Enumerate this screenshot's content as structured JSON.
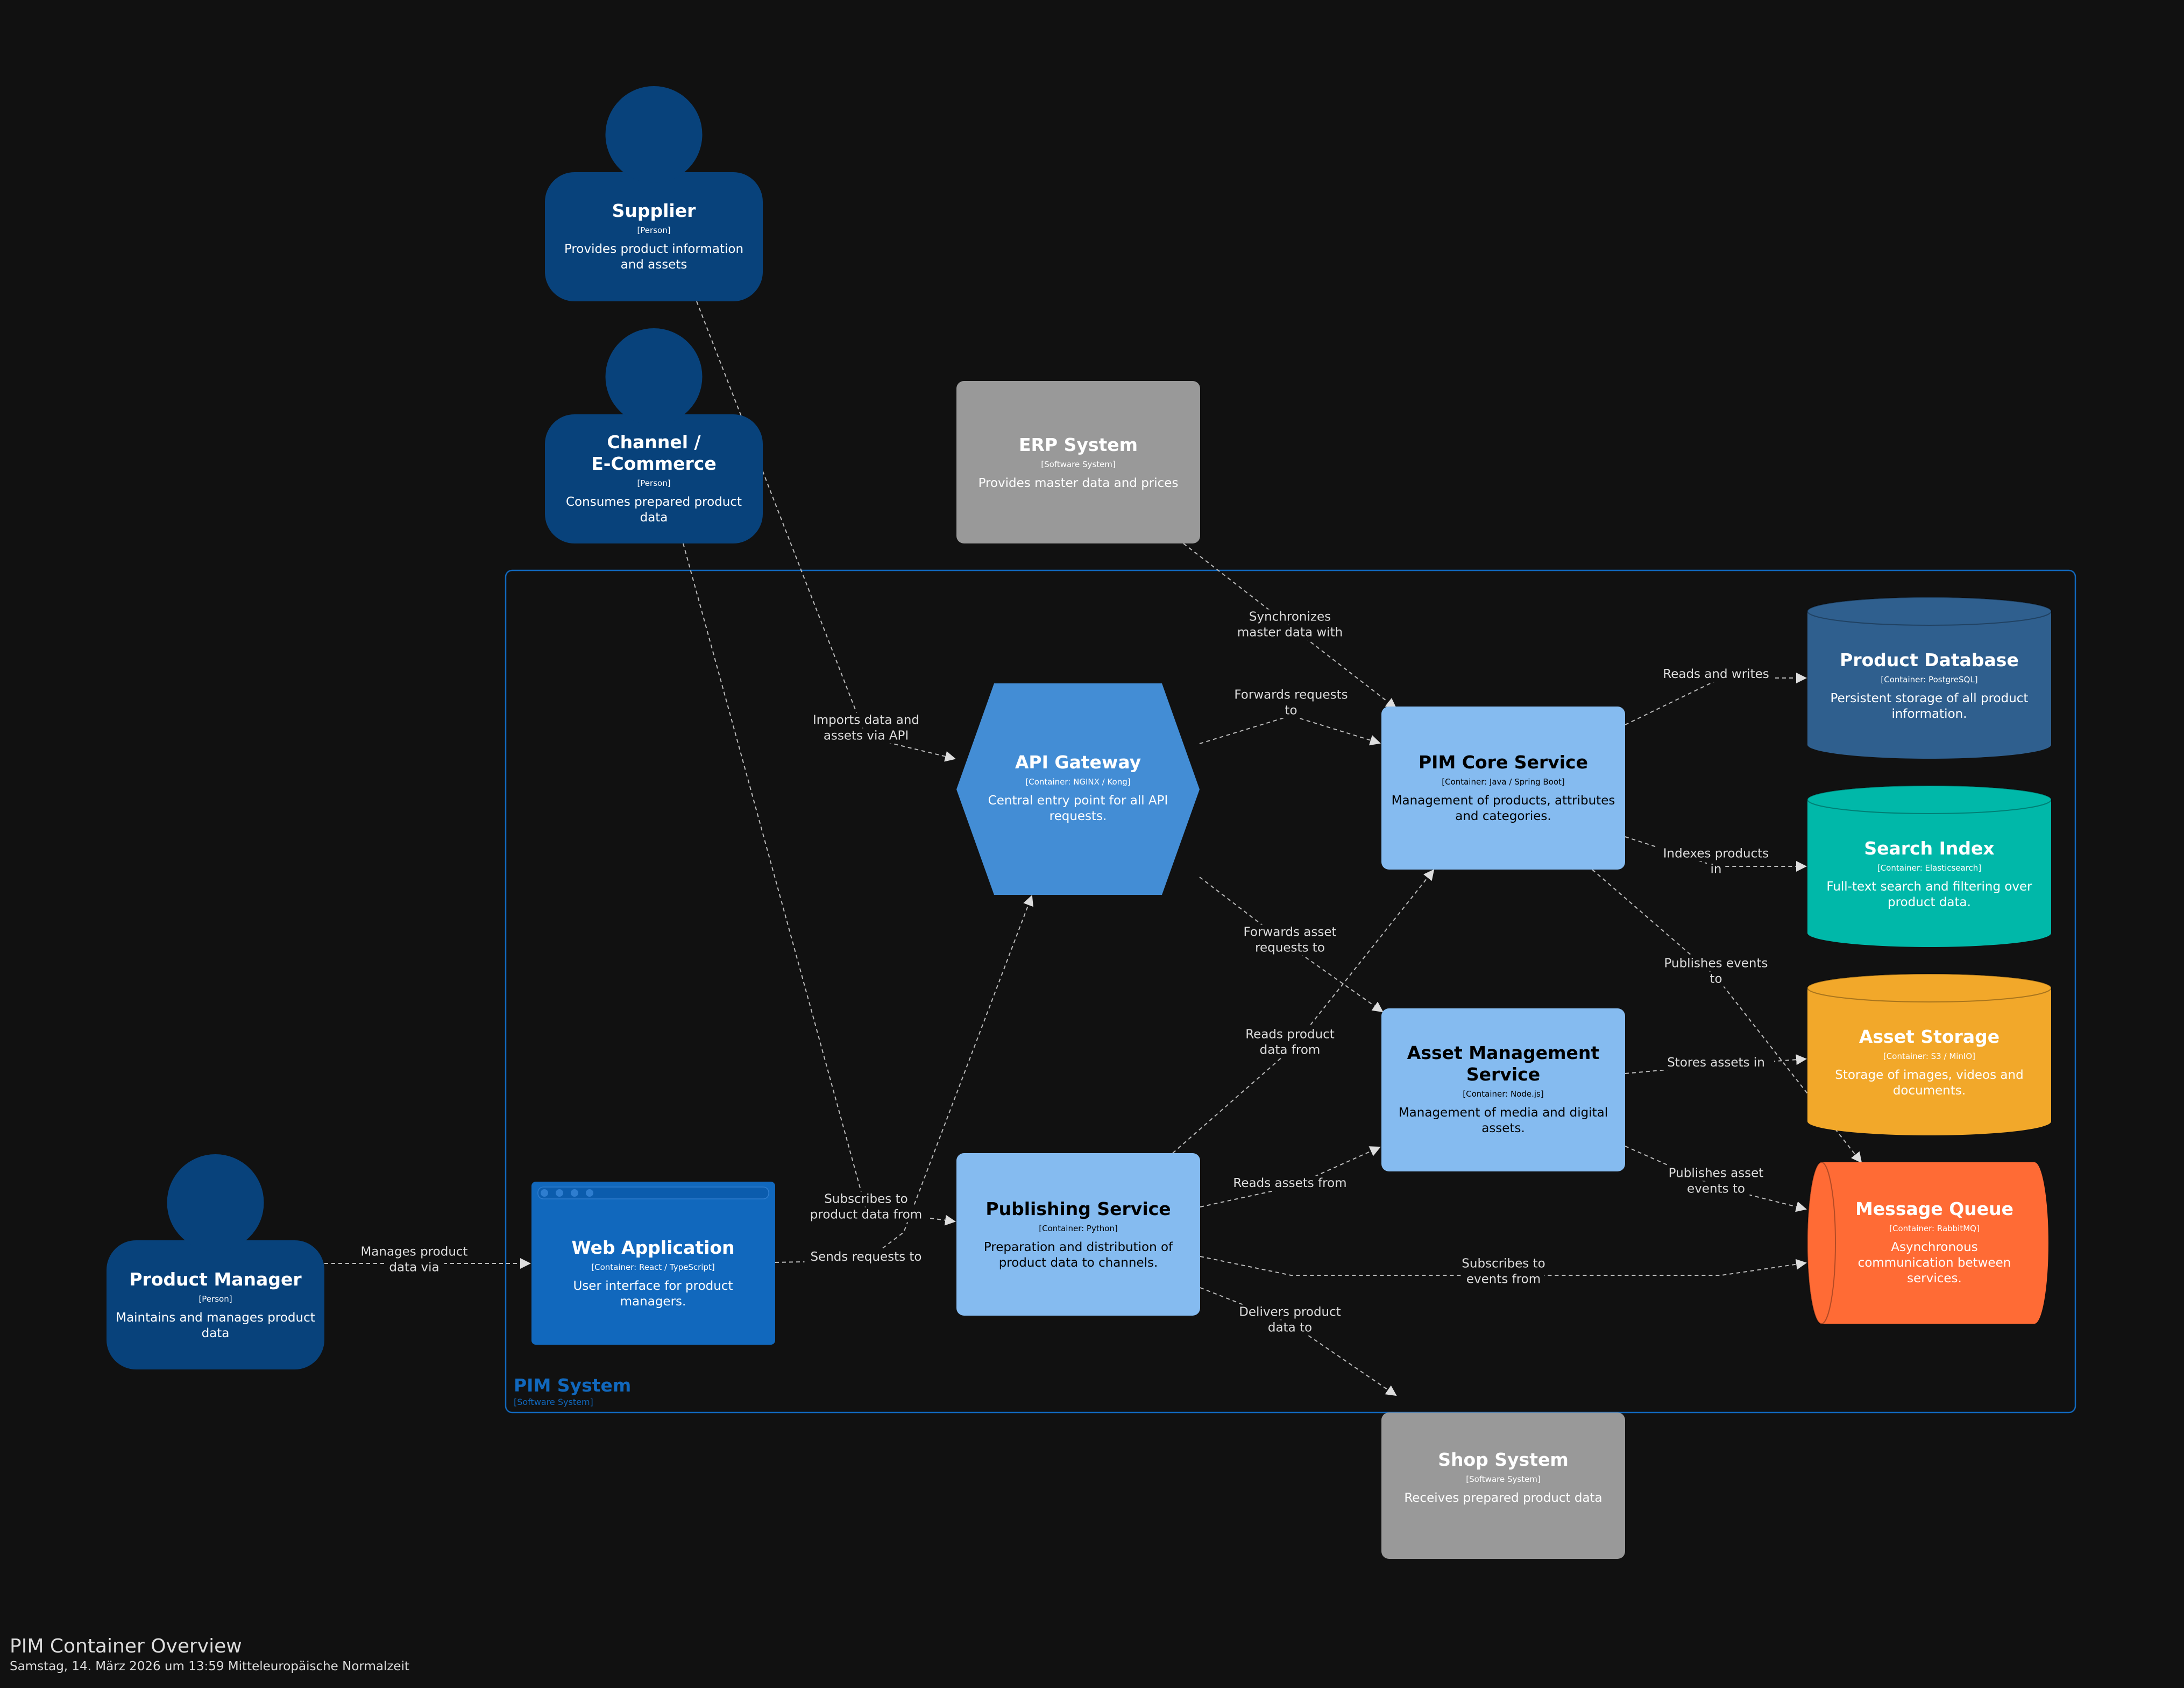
{
  "diagram": {
    "colors": {
      "background": "#111111",
      "person": "#08427b",
      "software_system_external": "#999999",
      "container": "#85bbf0",
      "web_app": "#1168bd",
      "api_gateway": "#438dd5",
      "database": "#2f5f8e",
      "search_index": "#00b8a9",
      "asset_storage": "#f2a82a",
      "message_queue": "#ff6b35",
      "boundary": "#1168bd",
      "relationship": "#bbbbbb"
    },
    "boundary": {
      "name": "PIM System",
      "type": "[Software System]"
    },
    "elements": {
      "supplier": {
        "name": "Supplier",
        "type": "[Person]",
        "desc": [
          "Provides product information",
          "and assets"
        ]
      },
      "channel": {
        "name": [
          "Channel /",
          "E-Commerce"
        ],
        "type": "[Person]",
        "desc": [
          "Consumes prepared product",
          "data"
        ]
      },
      "product_manager": {
        "name": "Product Manager",
        "type": "[Person]",
        "desc": [
          "Maintains and manages product",
          "data"
        ]
      },
      "erp": {
        "name": "ERP System",
        "type": "[Software System]",
        "desc": [
          "Provides master data and prices"
        ]
      },
      "shop": {
        "name": "Shop System",
        "type": "[Software System]",
        "desc": [
          "Receives prepared product data"
        ]
      },
      "api_gateway": {
        "name": "API Gateway",
        "type": "[Container: NGINX / Kong]",
        "desc": [
          "Central entry point for all API",
          "requests."
        ]
      },
      "pim_core": {
        "name": "PIM Core Service",
        "type": "[Container: Java / Spring Boot]",
        "desc": [
          "Management of products, attributes",
          "and categories."
        ]
      },
      "asset_mgmt": {
        "name": [
          "Asset Management",
          "Service"
        ],
        "type": "[Container: Node.js]",
        "desc": [
          "Management of media and digital",
          "assets."
        ]
      },
      "publishing": {
        "name": "Publishing Service",
        "type": "[Container: Python]",
        "desc": [
          "Preparation and distribution of",
          "product data to channels."
        ]
      },
      "web_app": {
        "name": "Web Application",
        "type": "[Container: React / TypeScript]",
        "desc": [
          "User interface for product",
          "managers."
        ]
      },
      "product_db": {
        "name": "Product Database",
        "type": "[Container: PostgreSQL]",
        "desc": [
          "Persistent storage of all product",
          "information."
        ]
      },
      "search_index": {
        "name": "Search Index",
        "type": "[Container: Elasticsearch]",
        "desc": [
          "Full-text search and filtering over",
          "product data."
        ]
      },
      "asset_storage": {
        "name": "Asset Storage",
        "type": "[Container: S3 / MinIO]",
        "desc": [
          "Storage of images, videos and",
          "documents."
        ]
      },
      "message_queue": {
        "name": "Message Queue",
        "type": "[Container: RabbitMQ]",
        "desc": [
          "Asynchronous",
          "communication between",
          "services."
        ]
      }
    },
    "relationships": {
      "supplier_api": [
        "Imports data and",
        "assets via API"
      ],
      "erp_core": [
        "Synchronizes",
        "master data with"
      ],
      "api_core": [
        "Forwards requests",
        "to"
      ],
      "api_asset": [
        "Forwards asset",
        "requests to"
      ],
      "core_db": [
        "Reads and writes"
      ],
      "core_search": [
        "Indexes products",
        "in"
      ],
      "core_mq": [
        "Publishes events",
        "to"
      ],
      "pub_core": [
        "Reads product",
        "data from"
      ],
      "asset_storage": [
        "Stores assets in"
      ],
      "asset_mq": [
        "Publishes asset",
        "events to"
      ],
      "pub_asset": [
        "Reads assets from"
      ],
      "pm_web": [
        "Manages product",
        "data via"
      ],
      "channel_pub": [
        "Subscribes to",
        "product data from"
      ],
      "web_api": [
        "Sends requests to"
      ],
      "pub_mq": [
        "Subscribes to",
        "events from"
      ],
      "pub_shop": [
        "Delivers product",
        "data to"
      ]
    }
  },
  "footer": {
    "title": "PIM Container Overview",
    "subtitle": "Samstag, 14. März 2026 um 13:59 Mitteleuropäische Normalzeit"
  }
}
